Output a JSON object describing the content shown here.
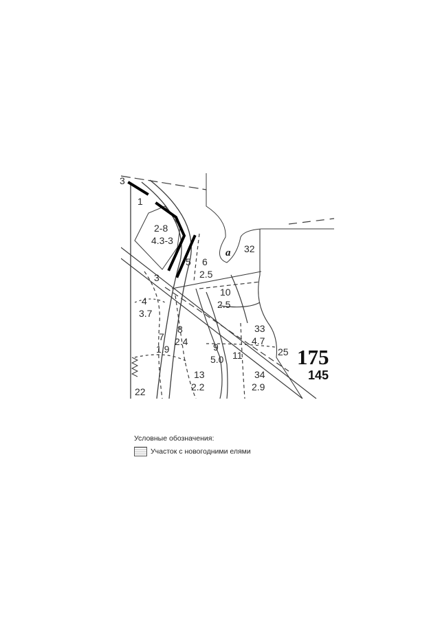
{
  "map": {
    "sheet_number": "175",
    "sheet_sub_number": "145",
    "marker_letter": "a",
    "parcels": [
      {
        "id": "p1",
        "number": "1",
        "value": ""
      },
      {
        "id": "p2",
        "number": "2-8",
        "value": "4.3-3"
      },
      {
        "id": "p3",
        "number": "3",
        "value": ""
      },
      {
        "id": "p4",
        "number": "4",
        "value": "3.7"
      },
      {
        "id": "p5",
        "number": "5",
        "value": ""
      },
      {
        "id": "p6",
        "number": "6",
        "value": "2.5"
      },
      {
        "id": "p7",
        "number": "7",
        "value": "1.9"
      },
      {
        "id": "p8",
        "number": "8",
        "value": "2.4"
      },
      {
        "id": "p9",
        "number": "9",
        "value": "5.0"
      },
      {
        "id": "p10",
        "number": "10",
        "value": "2.5"
      },
      {
        "id": "p11",
        "number": "11",
        "value": ""
      },
      {
        "id": "p13",
        "number": "13",
        "value": "2.2"
      },
      {
        "id": "p22",
        "number": "22",
        "value": ""
      },
      {
        "id": "p25",
        "number": "25",
        "value": ""
      },
      {
        "id": "p32",
        "number": "32",
        "value": ""
      },
      {
        "id": "p33",
        "number": "33",
        "value": "4.7"
      },
      {
        "id": "p34",
        "number": "34",
        "value": "2.9"
      },
      {
        "id": "pB",
        "number": "3",
        "value": ""
      }
    ]
  },
  "legend": {
    "title": "Условные обозначения:",
    "items": [
      {
        "label": "Участок с новогодними елями",
        "color": "#b9b9b9"
      }
    ]
  }
}
